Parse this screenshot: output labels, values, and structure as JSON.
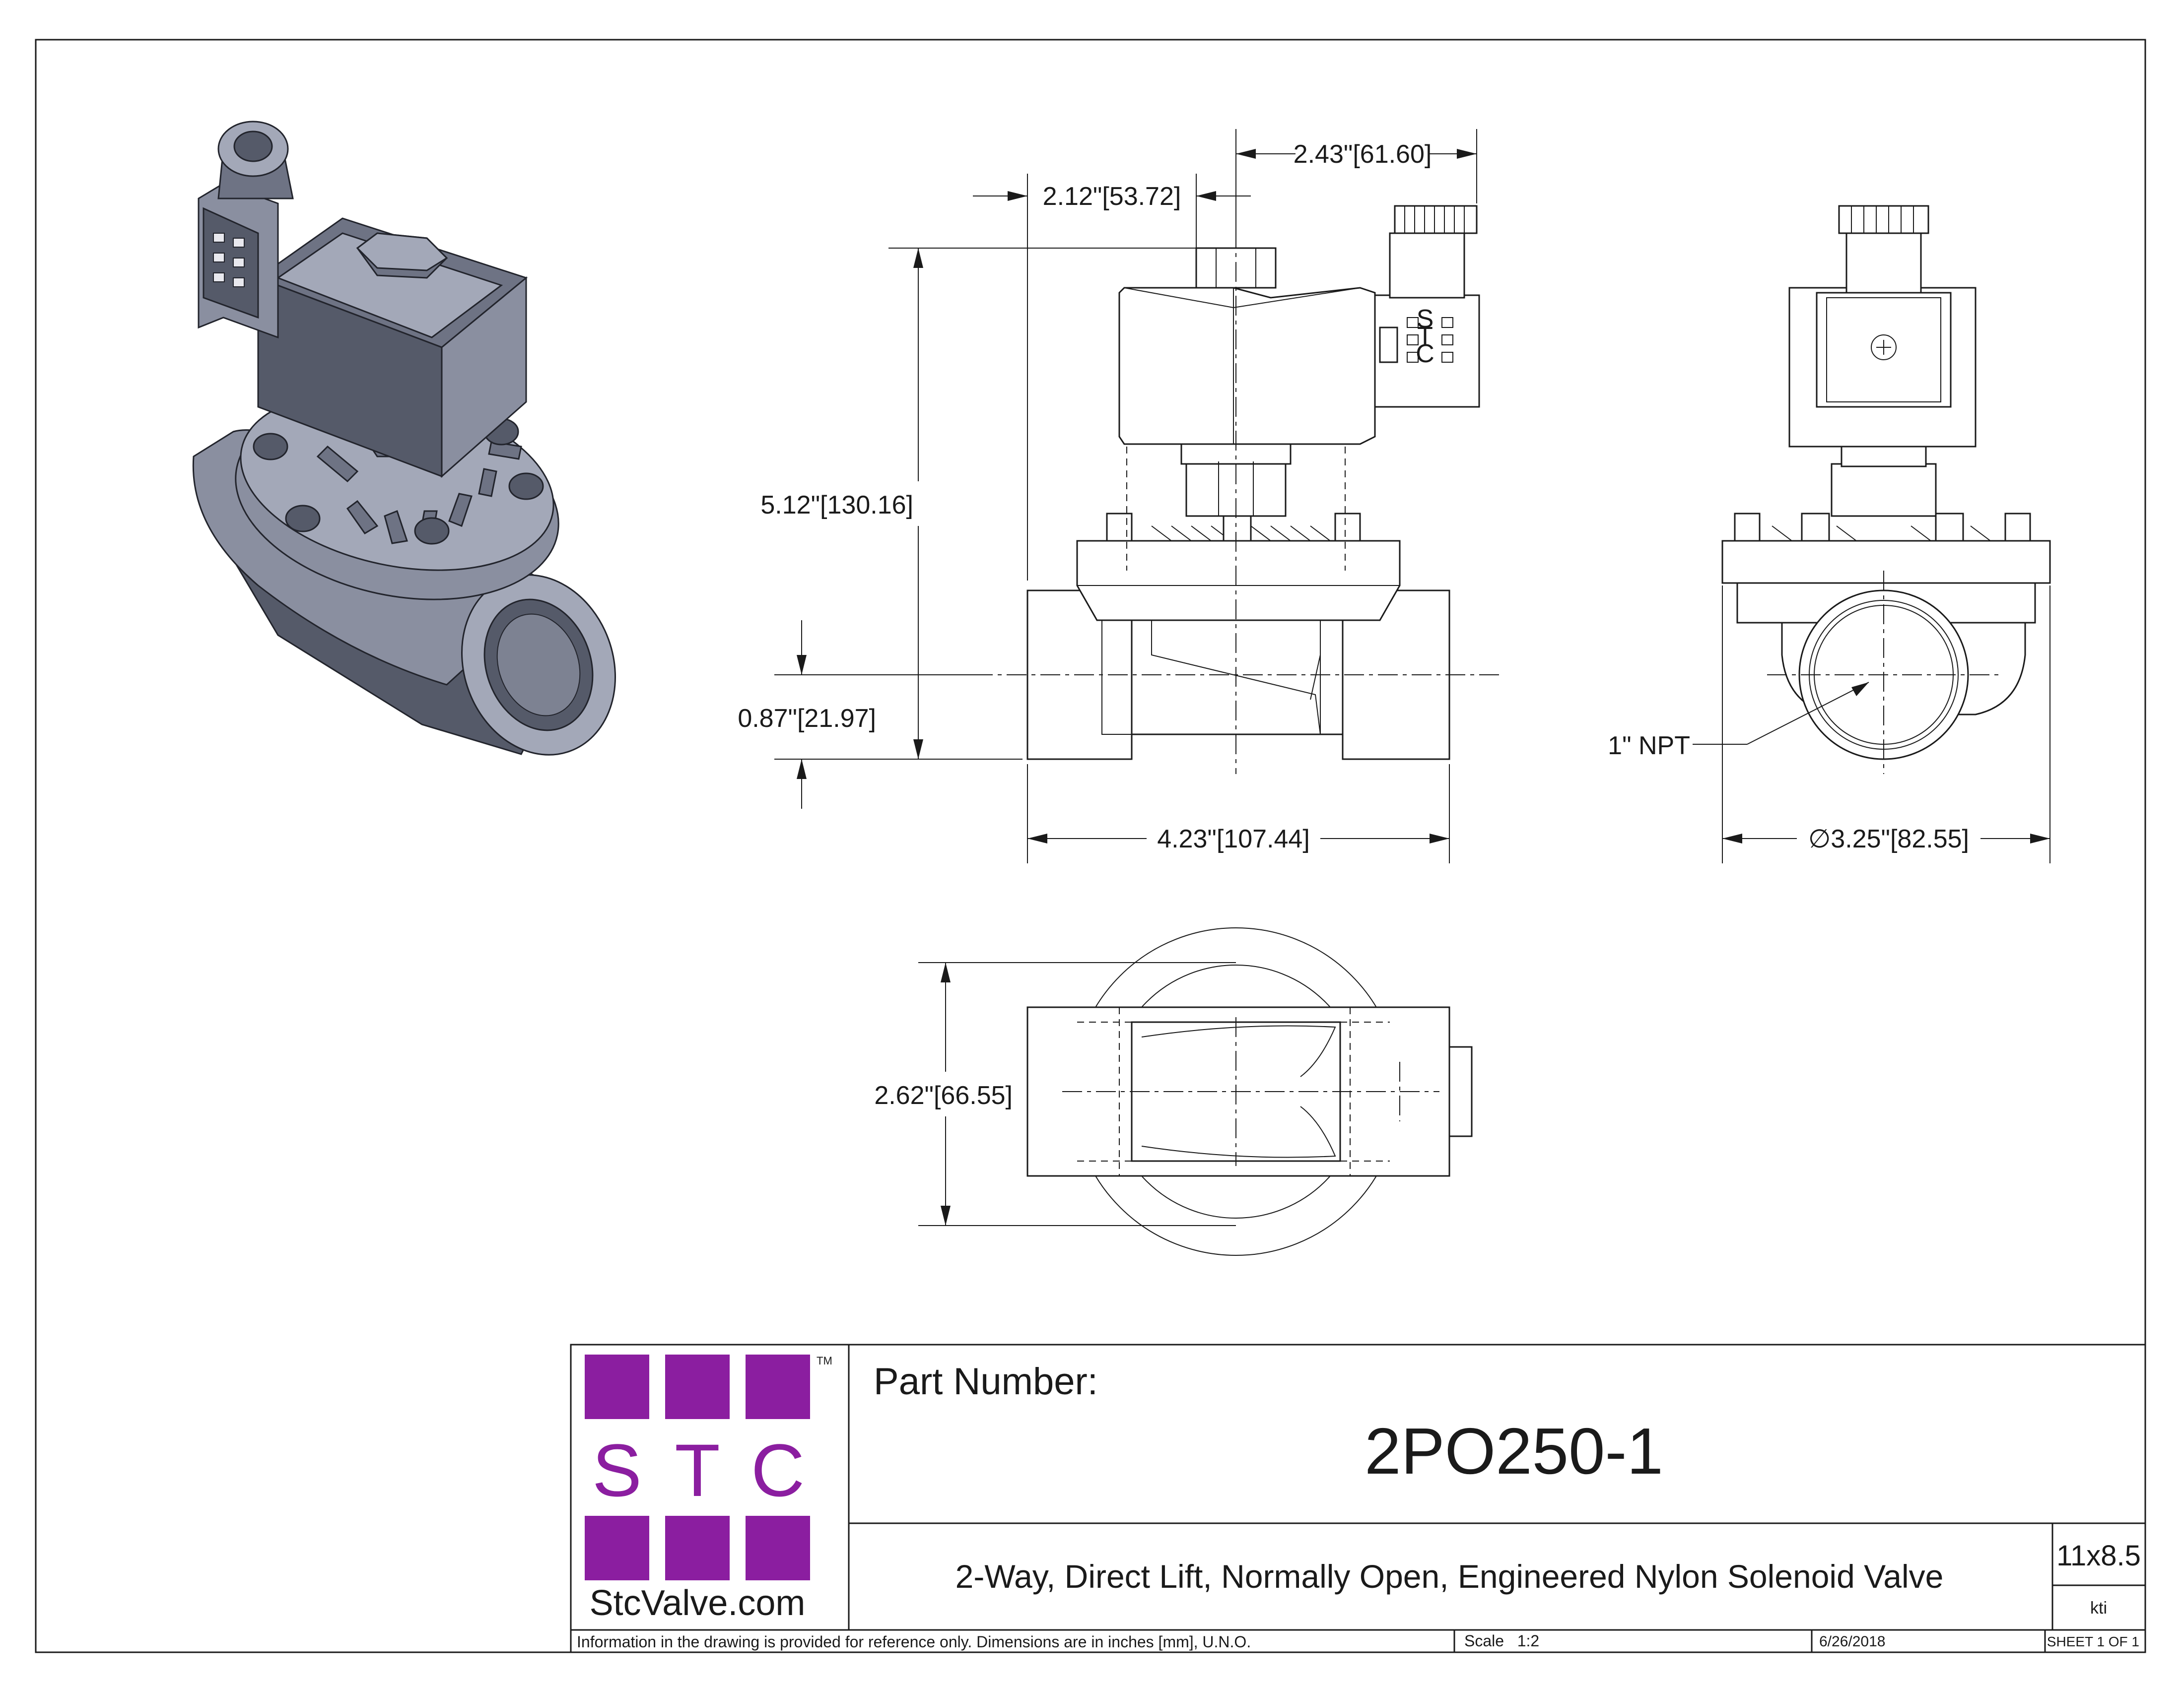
{
  "dimensions": {
    "top_width": "2.43\"[61.60]",
    "coil_width": "2.12\"[53.72]",
    "overall_height": "5.12\"[130.16]",
    "port_center_height": "0.87\"[21.97]",
    "body_length": "4.23\"[107.44]",
    "body_diameter": "∅3.25\"[82.55]",
    "bottom_width": "2.62\"[66.55]",
    "port_callout": "1\" NPT"
  },
  "connector_label": [
    "S",
    "T",
    "C"
  ],
  "title_block": {
    "logo_letters": [
      "S",
      "T",
      "C"
    ],
    "trademark": "TM",
    "website": "StcValve.com",
    "part_number_label": "Part Number:",
    "part_number": "2PO250-1",
    "description": "2-Way, Direct Lift, Normally Open, Engineered Nylon Solenoid Valve",
    "paper_size": "11x8.5",
    "drawn_by": "kti",
    "disclaimer": "Information in the drawing is provided for reference only. Dimensions are in inches [mm], U.N.O.",
    "scale": "Scale   1:2",
    "date": "6/26/2018",
    "sheet": "SHEET 1 OF 1"
  },
  "colors": {
    "logo_purple": "#8b1ea0",
    "iso_body": "#8a8fa0"
  }
}
